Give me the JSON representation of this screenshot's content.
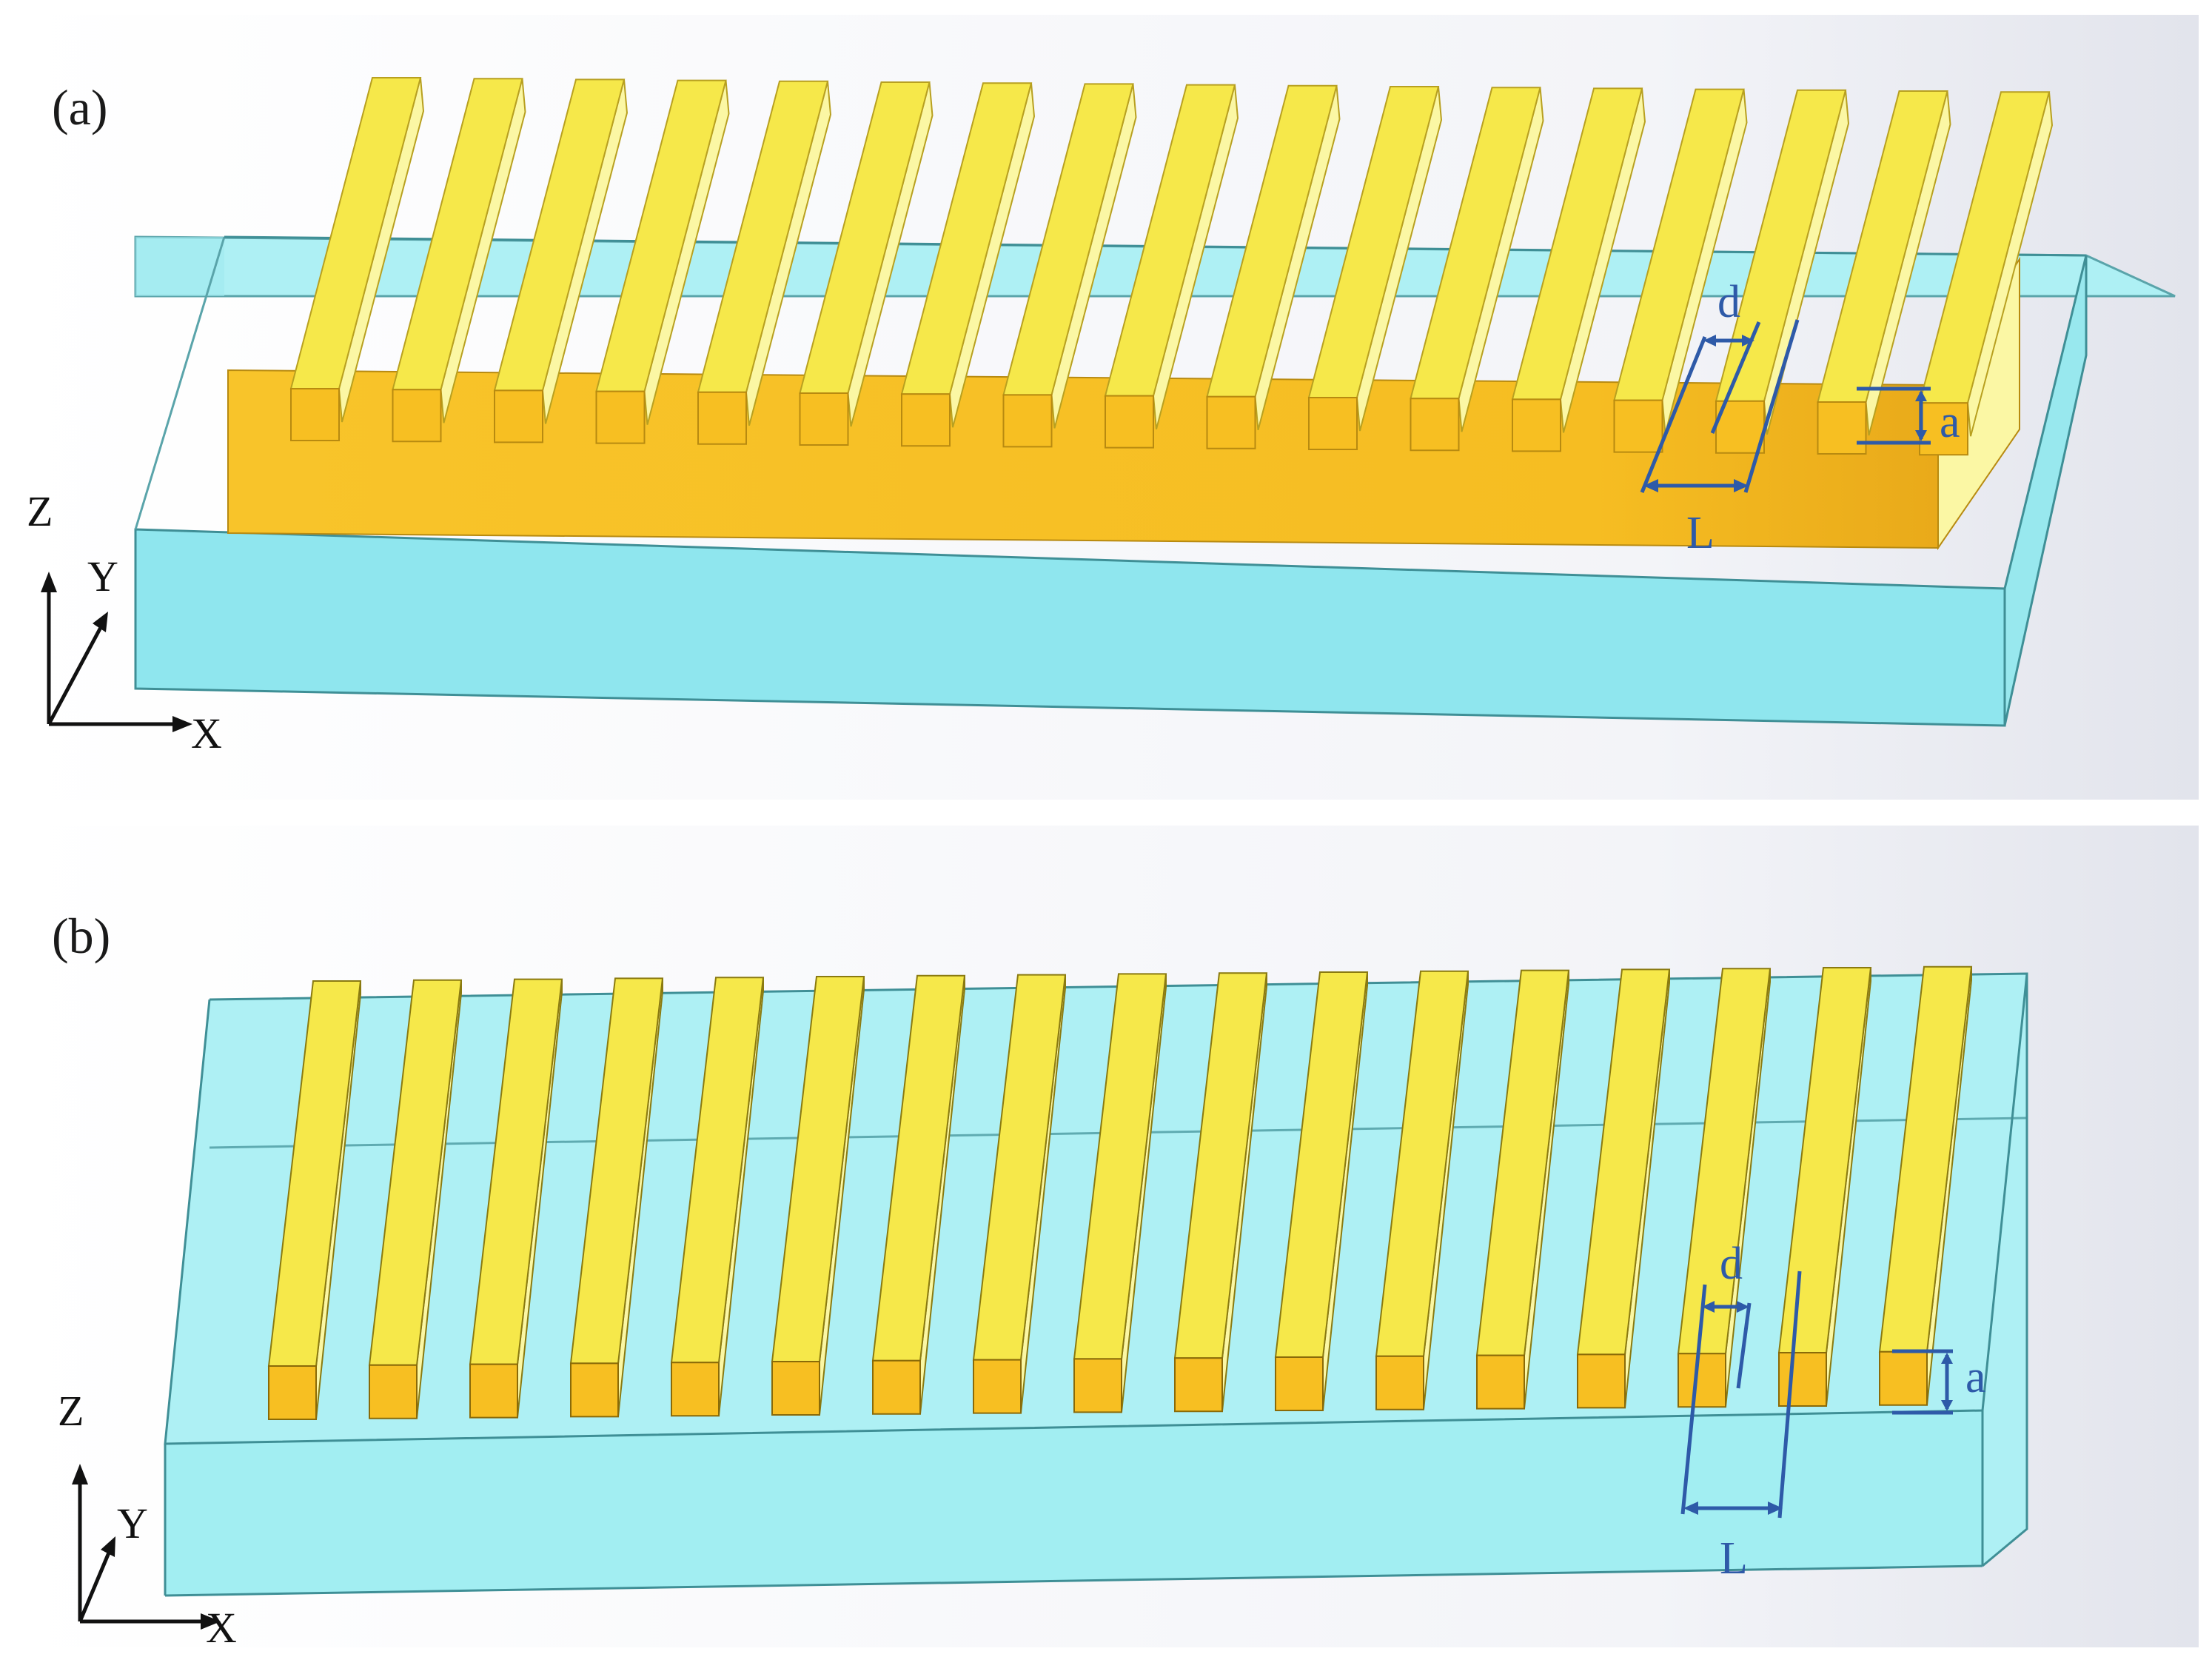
{
  "panels": [
    {
      "id": "a",
      "label": "(a)",
      "fin_count": 17,
      "axes": {
        "z": "Z",
        "y": "Y",
        "x": "X"
      },
      "dimensions": {
        "d": "d",
        "L": "L",
        "a": "a"
      }
    },
    {
      "id": "b",
      "label": "(b)",
      "fin_count": 17,
      "axes": {
        "z": "Z",
        "y": "Y",
        "x": "X"
      },
      "dimensions": {
        "d": "d",
        "L": "L",
        "a": "a"
      }
    }
  ],
  "colors": {
    "substrate_top": "#aef0f4",
    "substrate_front": "#8fe6ee",
    "substrate_edge": "#3f8f96",
    "gold_top": "#f6e84a",
    "gold_side": "#fbf7a4",
    "gold_front": "#f7bf22",
    "dimension_line": "#2e5aa8",
    "background_shade": "#e6e8ef"
  }
}
